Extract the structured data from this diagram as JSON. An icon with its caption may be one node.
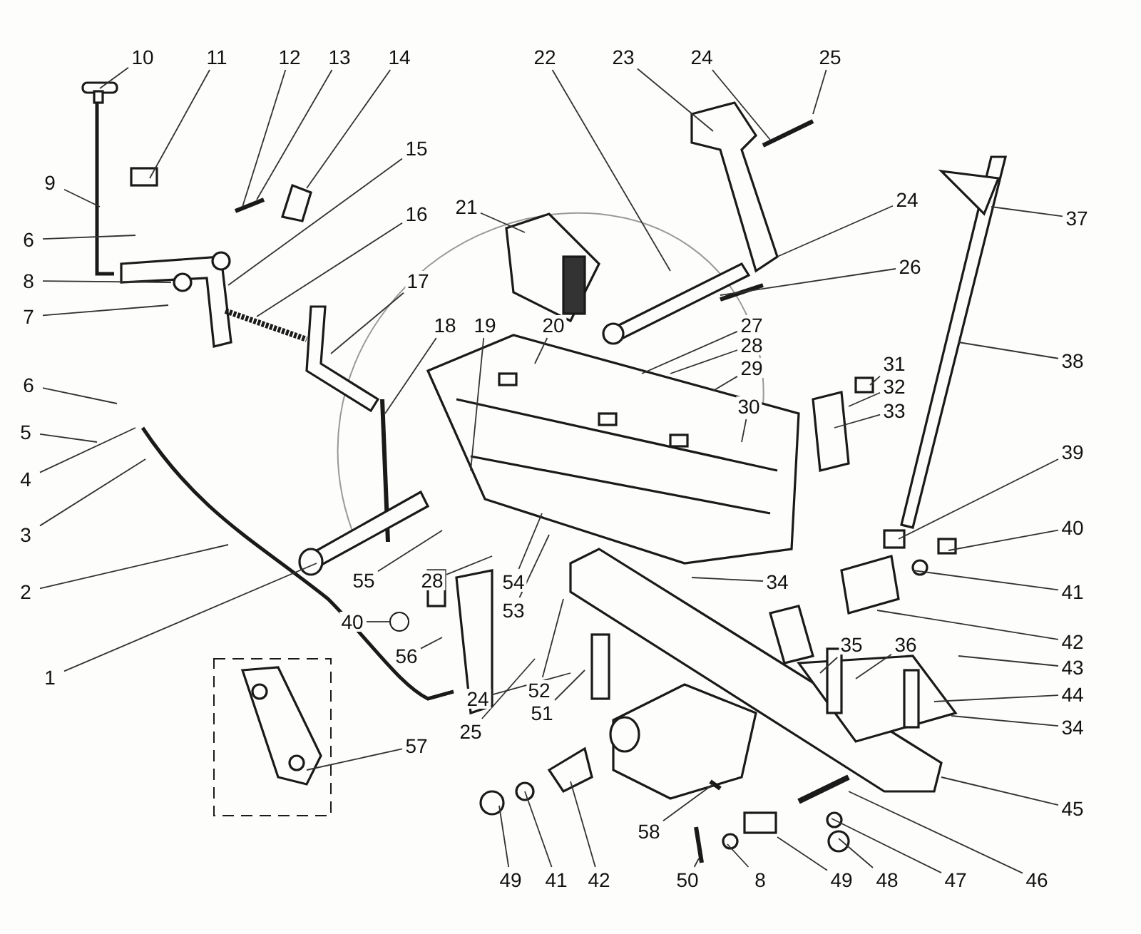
{
  "diagram": {
    "nodes": [
      {
        "text": [
          "10"
        ]
      },
      {
        "text": [
          "11"
        ]
      },
      {
        "text": [
          "12"
        ]
      },
      {
        "text": [
          "13"
        ]
      },
      {
        "text": [
          "14"
        ]
      },
      {
        "text": [
          "22"
        ]
      },
      {
        "text": [
          "23"
        ]
      },
      {
        "text": [
          "24"
        ]
      },
      {
        "text": [
          "25"
        ]
      },
      {
        "text": [
          "9"
        ]
      },
      {
        "text": [
          "15"
        ]
      },
      {
        "text": [
          "24"
        ]
      },
      {
        "text": [
          "21"
        ]
      },
      {
        "text": [
          "37"
        ]
      },
      {
        "text": [
          "6"
        ]
      },
      {
        "text": [
          "16"
        ]
      },
      {
        "text": [
          "26"
        ]
      },
      {
        "text": [
          "8"
        ]
      },
      {
        "text": [
          "17"
        ]
      },
      {
        "text": [
          "7"
        ]
      },
      {
        "text": [
          "18"
        ]
      },
      {
        "text": [
          "19"
        ]
      },
      {
        "text": [
          "20"
        ]
      },
      {
        "text": [
          "27"
        ]
      },
      {
        "text": [
          "28"
        ]
      },
      {
        "text": [
          "29"
        ]
      },
      {
        "text": [
          "38"
        ]
      },
      {
        "text": [
          "31"
        ]
      },
      {
        "text": [
          "6"
        ]
      },
      {
        "text": [
          "32"
        ]
      },
      {
        "text": [
          "30"
        ]
      },
      {
        "text": [
          "33"
        ]
      },
      {
        "text": [
          "5"
        ]
      },
      {
        "text": [
          "39"
        ]
      },
      {
        "text": [
          "4"
        ]
      },
      {
        "text": [
          "40"
        ]
      },
      {
        "text": [
          "3"
        ]
      },
      {
        "text": [
          "55"
        ]
      },
      {
        "text": [
          "28"
        ]
      },
      {
        "text": [
          "54"
        ]
      },
      {
        "text": [
          "34"
        ]
      },
      {
        "text": [
          "41"
        ]
      },
      {
        "text": [
          "2"
        ]
      },
      {
        "text": [
          "53"
        ]
      },
      {
        "text": [
          "40"
        ]
      },
      {
        "text": [
          "42"
        ]
      },
      {
        "text": [
          "35"
        ]
      },
      {
        "text": [
          "36"
        ]
      },
      {
        "text": [
          "56"
        ]
      },
      {
        "text": [
          "43"
        ]
      },
      {
        "text": [
          "1"
        ]
      },
      {
        "text": [
          "52"
        ]
      },
      {
        "text": [
          "24"
        ]
      },
      {
        "text": [
          "44"
        ]
      },
      {
        "text": [
          "51"
        ]
      },
      {
        "text": [
          "34"
        ]
      },
      {
        "text": [
          "25"
        ]
      },
      {
        "text": [
          "57"
        ]
      },
      {
        "text": [
          "45"
        ]
      },
      {
        "text": [
          "58"
        ]
      },
      {
        "text": [
          "49"
        ]
      },
      {
        "text": [
          "41"
        ]
      },
      {
        "text": [
          "42"
        ]
      },
      {
        "text": [
          "50"
        ]
      },
      {
        "text": [
          "8"
        ]
      },
      {
        "text": [
          "49"
        ]
      },
      {
        "text": [
          "48"
        ]
      },
      {
        "text": [
          "47"
        ]
      },
      {
        "text": [
          "46"
        ]
      },
      {
        "text": [],
        "shape": "circle"
      }
    ],
    "edges": [
      {
        "from": 0,
        "to": null,
        "arrow": "none"
      },
      {
        "from": 1,
        "to": null,
        "arrow": "none"
      },
      {
        "from": 2,
        "to": null,
        "arrow": "none"
      },
      {
        "from": 3,
        "to": null,
        "arrow": "none"
      },
      {
        "from": 4,
        "to": null,
        "arrow": "none"
      },
      {
        "from": 5,
        "to": null,
        "arrow": "none"
      },
      {
        "from": 6,
        "to": null,
        "arrow": "none"
      },
      {
        "from": 7,
        "to": null,
        "arrow": "none"
      },
      {
        "from": 8,
        "to": null,
        "arrow": "none"
      },
      {
        "from": 9,
        "to": null,
        "arrow": "none"
      },
      {
        "from": 10,
        "to": null,
        "arrow": "none"
      },
      {
        "from": 11,
        "to": null,
        "arrow": "none"
      },
      {
        "from": 12,
        "to": null,
        "arrow": "none"
      },
      {
        "from": 13,
        "to": null,
        "arrow": "none"
      },
      {
        "from": 14,
        "to": null,
        "arrow": "none"
      },
      {
        "from": 15,
        "to": null,
        "arrow": "none"
      },
      {
        "from": 16,
        "to": null,
        "arrow": "none"
      },
      {
        "from": 17,
        "to": null,
        "arrow": "none"
      },
      {
        "from": 18,
        "to": null,
        "arrow": "none"
      },
      {
        "from": 19,
        "to": null,
        "arrow": "none"
      },
      {
        "from": 20,
        "to": null,
        "arrow": "none"
      },
      {
        "from": 21,
        "to": null,
        "arrow": "none"
      },
      {
        "from": 22,
        "to": null,
        "arrow": "none"
      },
      {
        "from": 23,
        "to": null,
        "arrow": "none"
      },
      {
        "from": 24,
        "to": null,
        "arrow": "none"
      },
      {
        "from": 25,
        "to": null,
        "arrow": "none"
      },
      {
        "from": 26,
        "to": null,
        "arrow": "none"
      },
      {
        "from": 27,
        "to": null,
        "arrow": "none"
      },
      {
        "from": 28,
        "to": null,
        "arrow": "none"
      },
      {
        "from": 29,
        "to": null,
        "arrow": "none"
      },
      {
        "from": 30,
        "to": null,
        "arrow": "none"
      },
      {
        "from": 31,
        "to": null,
        "arrow": "none"
      },
      {
        "from": 32,
        "to": null,
        "arrow": "none"
      },
      {
        "from": 33,
        "to": null,
        "arrow": "none"
      },
      {
        "from": 34,
        "to": null,
        "arrow": "none"
      },
      {
        "from": 35,
        "to": null,
        "arrow": "none"
      },
      {
        "from": 36,
        "to": null,
        "arrow": "none"
      },
      {
        "from": 37,
        "to": null,
        "arrow": "none"
      },
      {
        "from": 38,
        "to": null,
        "arrow": "none"
      },
      {
        "from": 39,
        "to": null,
        "arrow": "none"
      },
      {
        "from": 40,
        "to": null,
        "arrow": "none"
      },
      {
        "from": 41,
        "to": null,
        "arrow": "none"
      },
      {
        "from": 42,
        "to": null,
        "arrow": "none"
      },
      {
        "from": 43,
        "to": null,
        "arrow": "none"
      },
      {
        "from": 44,
        "to": 69,
        "arrow": "none"
      },
      {
        "from": 45,
        "to": null,
        "arrow": "none"
      },
      {
        "from": 46,
        "to": null,
        "arrow": "none"
      },
      {
        "from": 47,
        "to": null,
        "arrow": "none"
      },
      {
        "from": 48,
        "to": null,
        "arrow": "none"
      },
      {
        "from": 49,
        "to": null,
        "arrow": "none"
      },
      {
        "from": 50,
        "to": null,
        "arrow": "none"
      },
      {
        "from": 51,
        "to": null,
        "arrow": "none"
      },
      {
        "from": 52,
        "to": null,
        "arrow": "none"
      },
      {
        "from": 53,
        "to": null,
        "arrow": "none"
      },
      {
        "from": 54,
        "to": null,
        "arrow": "none"
      },
      {
        "from": 55,
        "to": null,
        "arrow": "none"
      },
      {
        "from": 56,
        "to": null,
        "arrow": "none"
      },
      {
        "from": 57,
        "to": null,
        "arrow": "none"
      },
      {
        "from": 58,
        "to": null,
        "arrow": "none"
      },
      {
        "from": 59,
        "to": null,
        "arrow": "none"
      },
      {
        "from": 60,
        "to": null,
        "arrow": "none"
      },
      {
        "from": 61,
        "to": null,
        "arrow": "none"
      },
      {
        "from": 62,
        "to": null,
        "arrow": "none"
      },
      {
        "from": 63,
        "to": null,
        "arrow": "none"
      },
      {
        "from": 64,
        "to": null,
        "arrow": "none"
      },
      {
        "from": 65,
        "to": null,
        "arrow": "none"
      },
      {
        "from": 66,
        "to": null,
        "arrow": "none"
      },
      {
        "from": 67,
        "to": null,
        "arrow": "none"
      },
      {
        "from": 68,
        "to": null,
        "arrow": "none"
      }
    ]
  }
}
